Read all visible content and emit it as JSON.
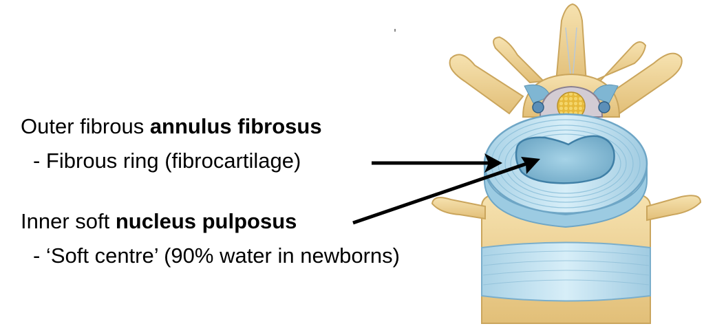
{
  "labels": {
    "outer": {
      "prefix": "Outer fibrous ",
      "bold": "annulus fibrosus",
      "sub": " - Fibrous ring (fibrocartilage)"
    },
    "inner": {
      "prefix": "Inner soft ",
      "bold": "nucleus pulposus",
      "sub": " - ‘Soft centre’ (90% water in newborns)"
    }
  },
  "colors": {
    "bone": "#f1d69a",
    "bone_shadow": "#d8b468",
    "disc": "#b9dced",
    "disc_dark": "#7fb6d3",
    "nucleus": "#8ec3dc",
    "spinal_cord": "#e8c44a",
    "arrow": "#000000"
  }
}
